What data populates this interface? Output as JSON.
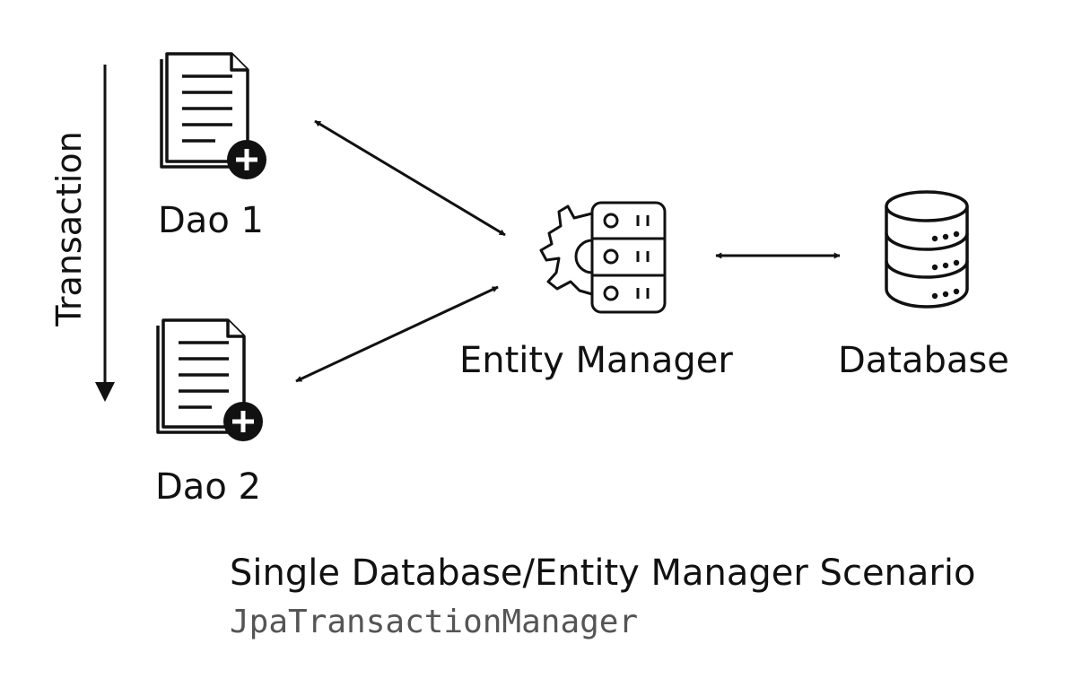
{
  "nodes": {
    "dao1": {
      "label": "Dao 1",
      "icon": "document-add-icon"
    },
    "dao2": {
      "label": "Dao 2",
      "icon": "document-add-icon"
    },
    "entity_manager": {
      "label": "Entity Manager",
      "icon": "server-gear-icon"
    },
    "database": {
      "label": "Database",
      "icon": "database-icon"
    }
  },
  "transaction": {
    "label": "Transaction"
  },
  "connections": [
    {
      "from": "Dao 1",
      "to": "Entity Manager",
      "direction": "bidirectional"
    },
    {
      "from": "Dao 2",
      "to": "Entity Manager",
      "direction": "bidirectional"
    },
    {
      "from": "Entity Manager",
      "to": "Database",
      "direction": "bidirectional"
    }
  ],
  "caption": {
    "title": "Single Database/Entity Manager Scenario",
    "subtitle": "JpaTransactionManager"
  },
  "colors": {
    "ink": "#111111",
    "caption_mono": "#555555",
    "background": "#ffffff"
  }
}
